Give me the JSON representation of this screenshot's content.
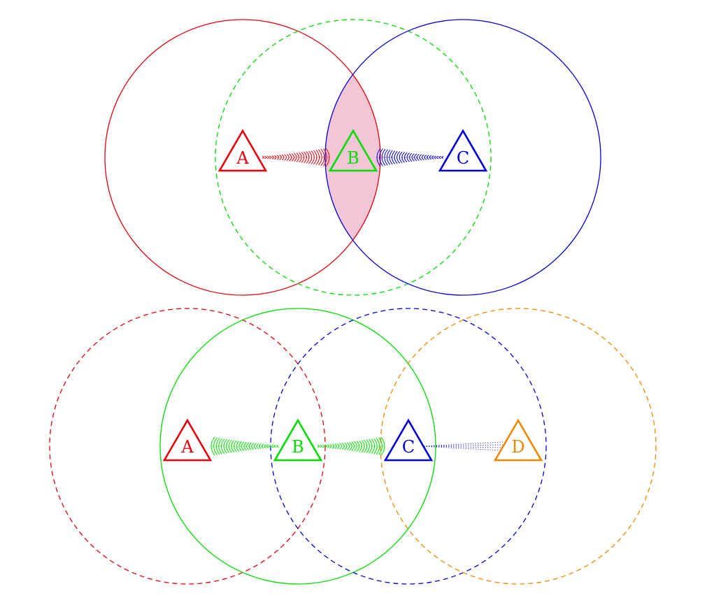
{
  "colors": {
    "red": "#e8000b",
    "green": "#00dd00",
    "blue": "#0000dd",
    "orange": "#ee8800",
    "overlap_fill": "#f2c6d6"
  },
  "top": {
    "nodes": [
      {
        "id": "top-a",
        "label": "A",
        "color": "red"
      },
      {
        "id": "top-b",
        "label": "B",
        "color": "green"
      },
      {
        "id": "top-c",
        "label": "C",
        "color": "blue"
      }
    ],
    "ranges": [
      {
        "node": "top-a",
        "style": "solid",
        "color": "red"
      },
      {
        "node": "top-b",
        "style": "dashed",
        "color": "green"
      },
      {
        "node": "top-c",
        "style": "solid",
        "color": "blue"
      }
    ],
    "links": [
      {
        "from": "top-a",
        "to": "top-b",
        "color": "red"
      },
      {
        "from": "top-c",
        "to": "top-b",
        "color": "blue"
      }
    ]
  },
  "bottom": {
    "nodes": [
      {
        "id": "bot-a",
        "label": "A",
        "color": "red"
      },
      {
        "id": "bot-b",
        "label": "B",
        "color": "green"
      },
      {
        "id": "bot-c",
        "label": "C",
        "color": "blue"
      },
      {
        "id": "bot-d",
        "label": "D",
        "color": "orange"
      }
    ],
    "ranges": [
      {
        "node": "bot-a",
        "style": "dashed",
        "color": "red"
      },
      {
        "node": "bot-b",
        "style": "solid",
        "color": "green"
      },
      {
        "node": "bot-c",
        "style": "dashed",
        "color": "blue"
      },
      {
        "node": "bot-d",
        "style": "dashed",
        "color": "orange"
      }
    ],
    "links": [
      {
        "from": "bot-b",
        "to": "bot-a",
        "color": "green"
      },
      {
        "from": "bot-b",
        "to": "bot-c",
        "color": "green"
      },
      {
        "from": "bot-c",
        "to": "bot-d",
        "color": "blue"
      }
    ]
  }
}
